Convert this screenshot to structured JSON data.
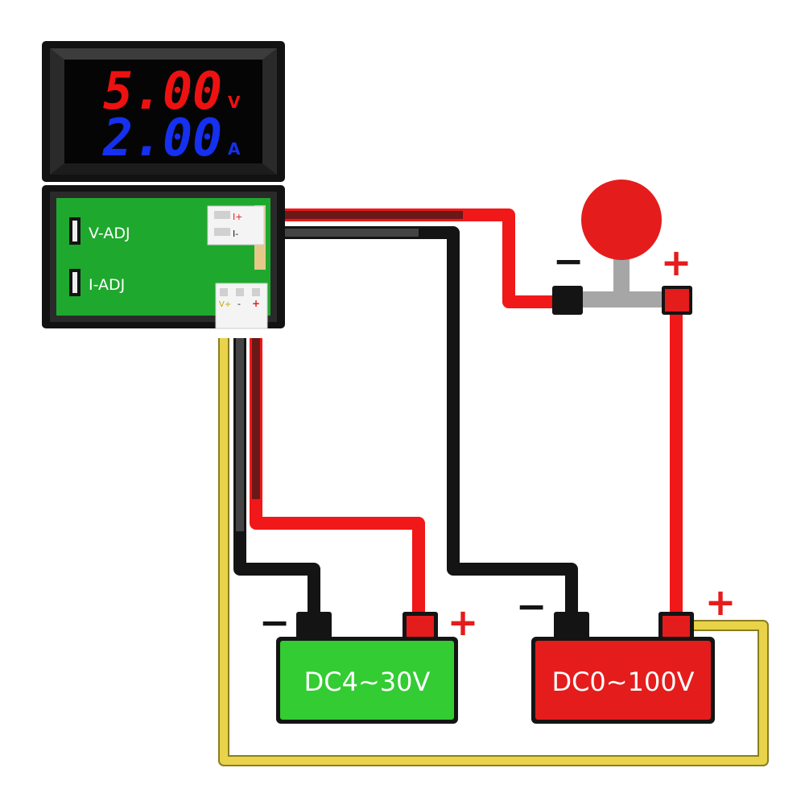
{
  "meter": {
    "voltage": "5.00",
    "voltage_unit": "V",
    "current": "2.00",
    "current_unit": "A",
    "v_adj_label": "V-ADJ",
    "i_adj_label": "I-ADJ",
    "shunt_plus": "I+",
    "shunt_minus": "I-",
    "conn_vplus": "V+",
    "conn_minus": "-",
    "conn_plus": "+"
  },
  "battery_supply": {
    "label": "DC4~30V",
    "minus": "−",
    "plus": "+"
  },
  "battery_measured": {
    "label": "DC0~100V",
    "minus": "−",
    "plus": "+"
  },
  "load": {
    "minus": "−",
    "plus": "+"
  },
  "colors": {
    "wire_red": "#f01818",
    "wire_black": "#141414",
    "wire_yellow": "#e8d34a",
    "battery_supply": "#33cc33",
    "battery_measured": "#e51c1c",
    "voltage_digits": "#ee1111",
    "current_digits": "#1530ee",
    "pcb": "#1fa82e"
  }
}
